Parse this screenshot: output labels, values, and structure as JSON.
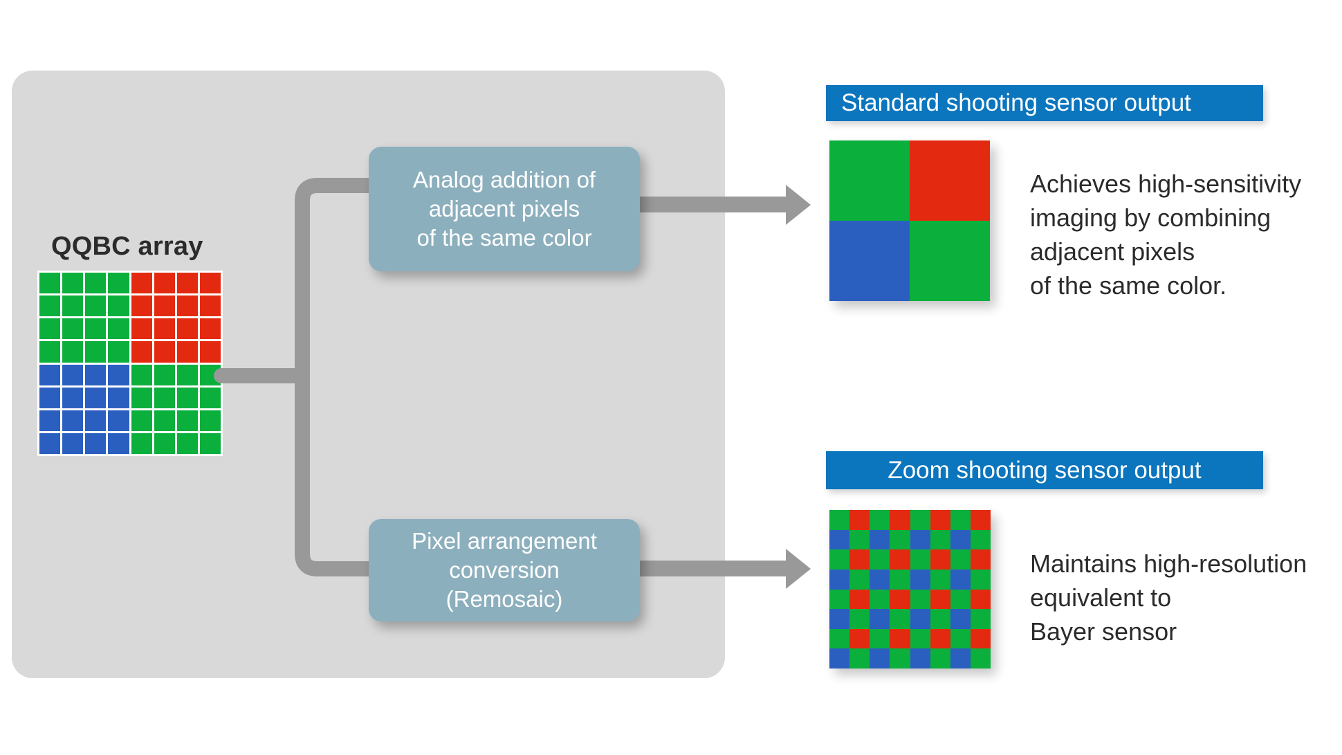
{
  "colors": {
    "panel_bg": "#d9d9d9",
    "page_bg": "#ffffff",
    "accent_blue": "#0b75bd",
    "process_box": "#8cafbd",
    "arrow_gray": "#999999",
    "text_dark": "#2b2b2b",
    "pixel_green": "#0aaf3c",
    "pixel_red": "#e32a10",
    "pixel_blue": "#2a5fc0"
  },
  "source": {
    "label": "QQBC array",
    "grid": {
      "rows": 8,
      "cols": 8,
      "quadrants": {
        "top_left": "green",
        "top_right": "red",
        "bottom_left": "blue",
        "bottom_right": "green"
      }
    }
  },
  "process": {
    "box1": {
      "label": "Analog addition of\nadjacent pixels\nof the same color"
    },
    "box2": {
      "label": "Pixel arrangement\nconversion\n(Remosaic)"
    }
  },
  "outputs": {
    "standard": {
      "bar_label": "Standard shooting sensor output",
      "description": "Achieves high-sensitivity\nimaging by combining\nadjacent pixels\nof the same color.",
      "grid": {
        "rows": 2,
        "cols": 2,
        "cells": [
          "green",
          "red",
          "blue",
          "green"
        ]
      }
    },
    "zoom": {
      "bar_label": "Zoom shooting sensor output",
      "description": "Maintains high-resolution\nequivalent to\nBayer sensor",
      "grid": {
        "rows": 8,
        "cols": 8,
        "pattern": "bayer-GRBG",
        "even_row_start": "green",
        "even_row_alt": "red",
        "odd_row_start": "blue",
        "odd_row_alt": "green"
      }
    }
  }
}
